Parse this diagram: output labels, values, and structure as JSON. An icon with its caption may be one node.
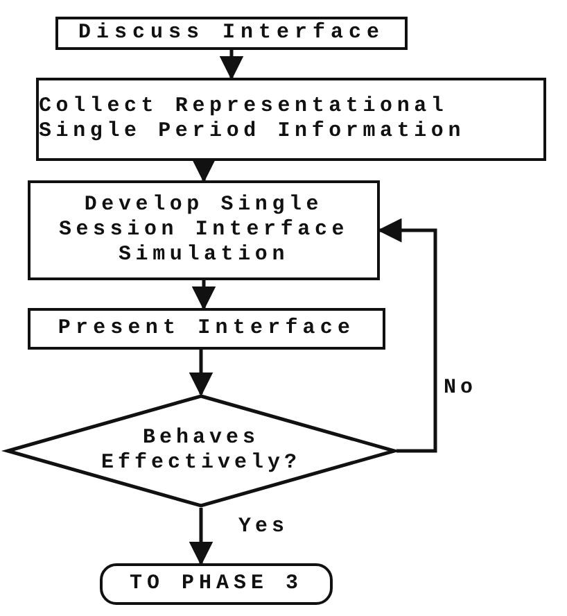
{
  "diagram": {
    "nodes": [
      {
        "text": [
          "Discuss Interface"
        ]
      },
      {
        "text": [
          "Collect Representational Single Period Information"
        ]
      },
      {
        "text": [
          "Develop Single Session Interface Simulation"
        ]
      },
      {
        "text": [
          "Present Interface"
        ]
      },
      {
        "text": [
          "Behaves Effectively?"
        ]
      },
      {
        "text": [
          "TO PHASE 3"
        ]
      }
    ],
    "edges": [
      {
        "from": 0,
        "to": 1,
        "arrow": "to"
      },
      {
        "from": 1,
        "to": 2,
        "arrow": "to"
      },
      {
        "from": 2,
        "to": 3,
        "arrow": "to"
      },
      {
        "from": 3,
        "to": 4,
        "arrow": "to"
      },
      {
        "from": 4,
        "to": 5,
        "arrow": "to",
        "label": "Yes"
      },
      {
        "from": 4,
        "to": 2,
        "arrow": "to",
        "label": "No"
      }
    ]
  }
}
